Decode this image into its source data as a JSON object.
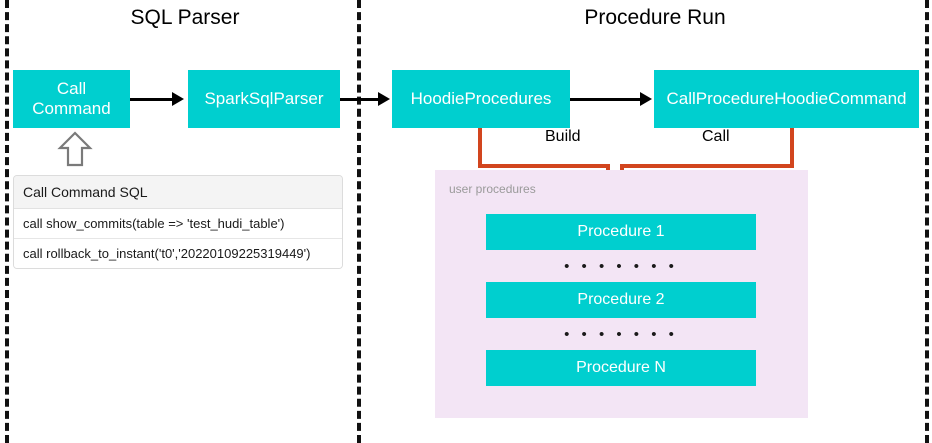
{
  "sections": {
    "left_title": "SQL Parser",
    "right_title": "Procedure Run"
  },
  "boxes": {
    "call_command": "Call\nCommand",
    "call_command_line1": "Call",
    "call_command_line2": "Command",
    "spark_sql_parser": "SparkSqlParser",
    "hoodie_procedures": "HoodieProcedures",
    "call_procedure_hoodie_command": "CallProcedureHoodieCommand"
  },
  "sql_table": {
    "header": "Call Command SQL",
    "rows": [
      "call show_commits(table => 'test_hudi_table')",
      "call rollback_to_instant('t0','20220109225319449')"
    ]
  },
  "connectors": {
    "build_label": "Build",
    "call_label": "Call"
  },
  "procedures_panel": {
    "label": "user procedures",
    "items": [
      {
        "type": "box",
        "text": "Procedure 1"
      },
      {
        "type": "dots",
        "text": "• • • • • • •"
      },
      {
        "type": "box",
        "text": "Procedure 2"
      },
      {
        "type": "dots",
        "text": "• • • • • • •"
      },
      {
        "type": "box",
        "text": "Procedure N"
      }
    ]
  },
  "colors": {
    "teal": "#00CFCF",
    "orange": "#D2451E",
    "panel_purple": "#F3E5F5",
    "divider_black": "#111111",
    "table_header_gray": "#F4F4F4"
  },
  "icons": {
    "up_arrow": "hollow-up-arrow-icon",
    "flow_arrow": "right-arrow-icon"
  }
}
